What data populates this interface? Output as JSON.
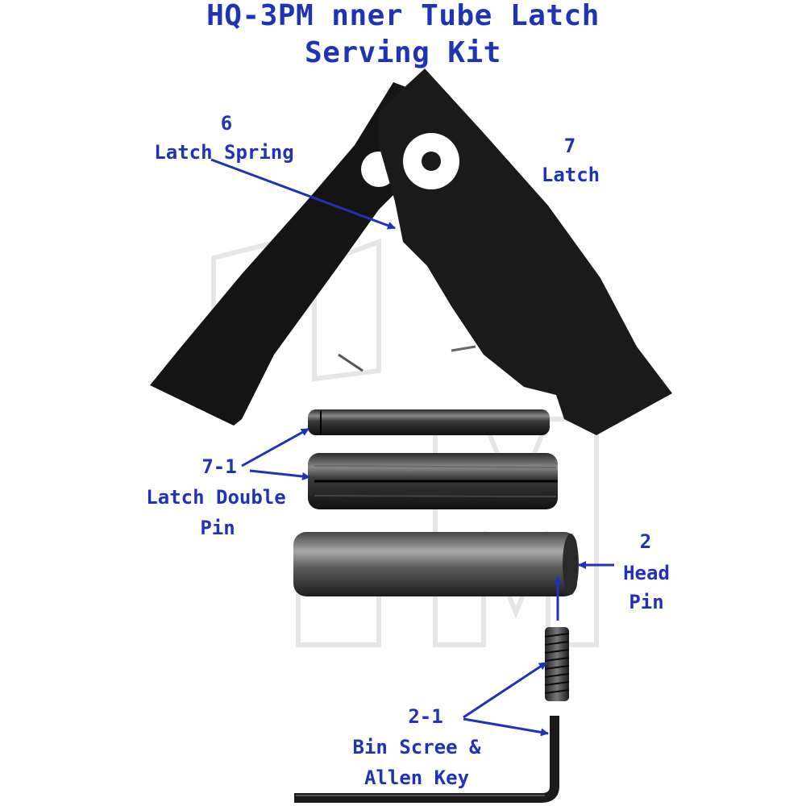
{
  "title": {
    "line1": "HQ-3PM nner Tube Latch",
    "line2": "Serving Kit"
  },
  "colors": {
    "label": "#1e33b8",
    "parts": "#141414",
    "watermark": "#e6e6e6"
  },
  "callouts": [
    {
      "id": "latch-spring",
      "number": "6",
      "name": "Latch Spring"
    },
    {
      "id": "latch",
      "number": "7",
      "name": "Latch"
    },
    {
      "id": "latch-double-pin",
      "number": "7-1",
      "name_line1": "Latch Double",
      "name_line2": "Pin"
    },
    {
      "id": "head-pin",
      "number": "2",
      "name_line1": "Head",
      "name_line2": "Pin"
    },
    {
      "id": "bin-screw-allen-key",
      "number": "2-1",
      "name_line1": "Bin Scree &",
      "name_line2": "Allen Key"
    }
  ],
  "icons": {
    "latch_spring": "coil-spring-icon",
    "latch": "latch-plate-icon",
    "pin": "roll-pin-icon",
    "head_pin": "cylinder-pin-icon",
    "screw": "set-screw-icon",
    "allen_key": "hex-key-icon"
  }
}
